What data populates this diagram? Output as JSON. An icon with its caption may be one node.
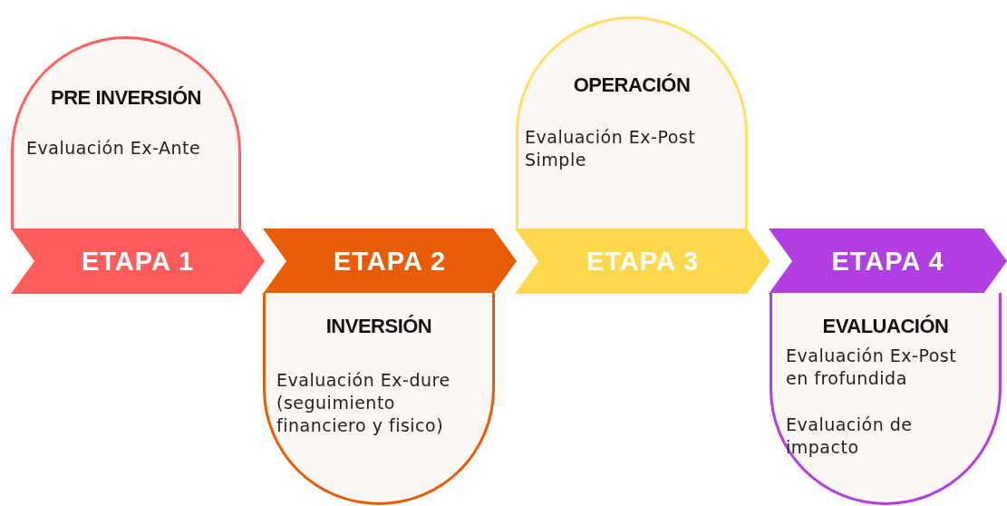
{
  "diagram": {
    "nodes": [
      {
        "text": [
          "PRE INVERSIÓN",
          "Evaluación Ex-Ante"
        ]
      },
      {
        "text": [
          "ETAPA 1"
        ]
      },
      {
        "text": [
          "ETAPA 2"
        ]
      },
      {
        "text": [
          "INVERSIÓN",
          "Evaluación Ex-dure (seguimiento financiero y fisico)"
        ]
      },
      {
        "text": [
          "OPERACIÓN",
          "Evaluación Ex-Post Simple"
        ]
      },
      {
        "text": [
          "ETAPA 3"
        ]
      },
      {
        "text": [
          "ETAPA 4"
        ]
      },
      {
        "text": [
          "EVALUACIÓN",
          "Evaluación Ex-Post en frofundida",
          "Evaluación de impacto"
        ]
      }
    ],
    "edges": []
  }
}
